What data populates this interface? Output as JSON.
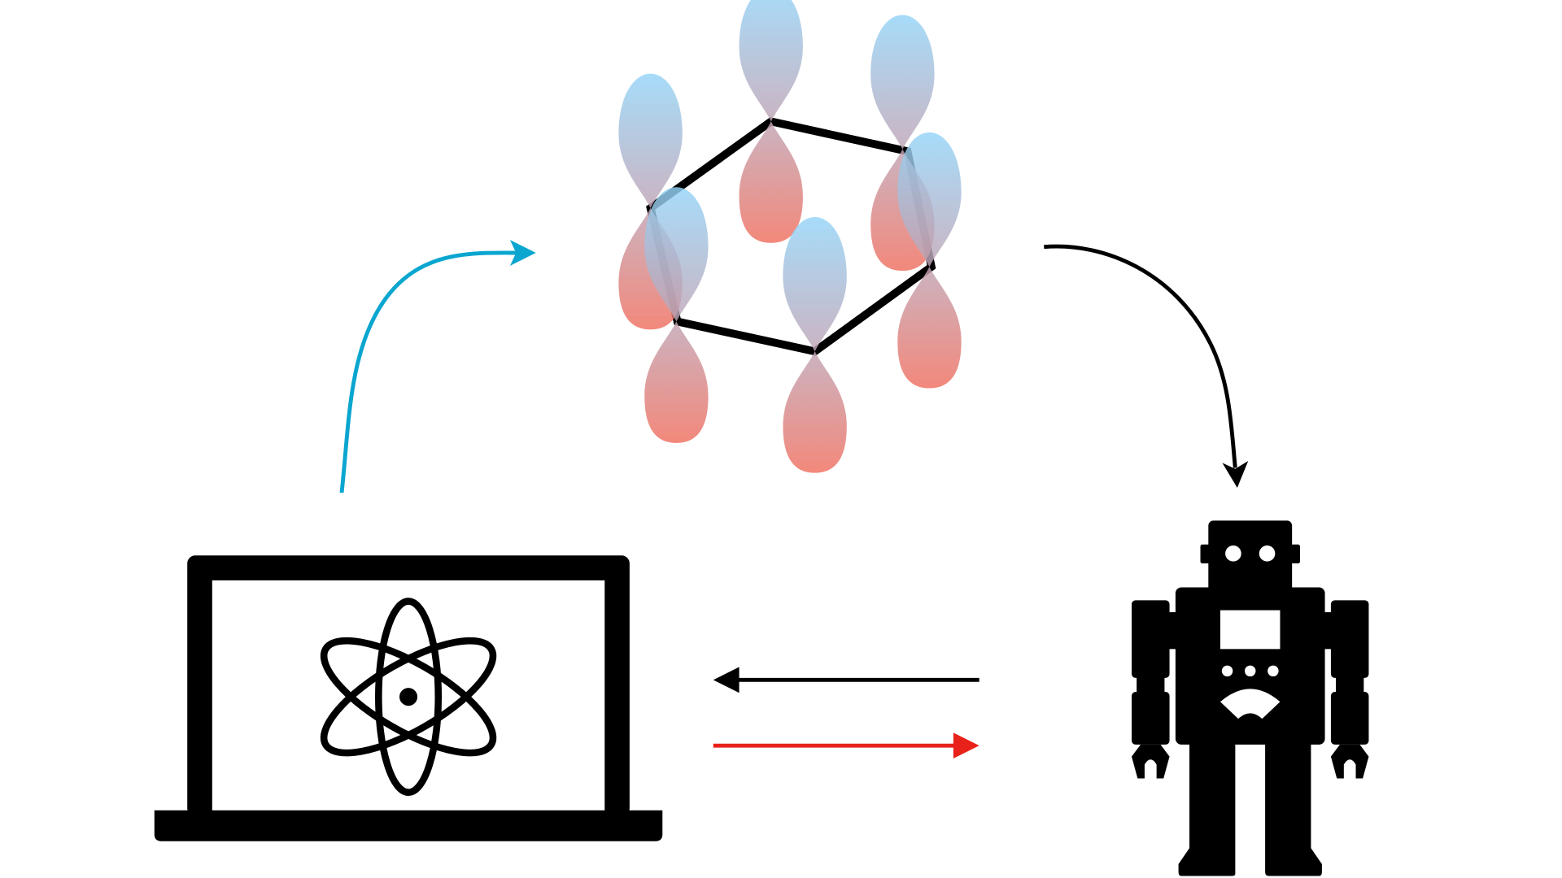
{
  "diagram": {
    "nodes": [
      {
        "id": "computer",
        "icon": "laptop-with-atom-icon"
      },
      {
        "id": "molecule",
        "icon": "benzene-p-orbitals-icon"
      },
      {
        "id": "robot",
        "icon": "robot-icon"
      }
    ],
    "edges": [
      {
        "from": "computer",
        "to": "molecule",
        "color": "#0aa6d0"
      },
      {
        "from": "molecule",
        "to": "robot",
        "color": "#000000"
      },
      {
        "from": "robot",
        "to": "computer",
        "color": "#000000"
      },
      {
        "from": "computer",
        "to": "robot",
        "color": "#e8221a"
      }
    ],
    "colors": {
      "orbital_top": "#93d4f8",
      "orbital_mid": "#bda6b8",
      "orbital_bottom": "#f06e5e",
      "ink": "#000000"
    }
  }
}
